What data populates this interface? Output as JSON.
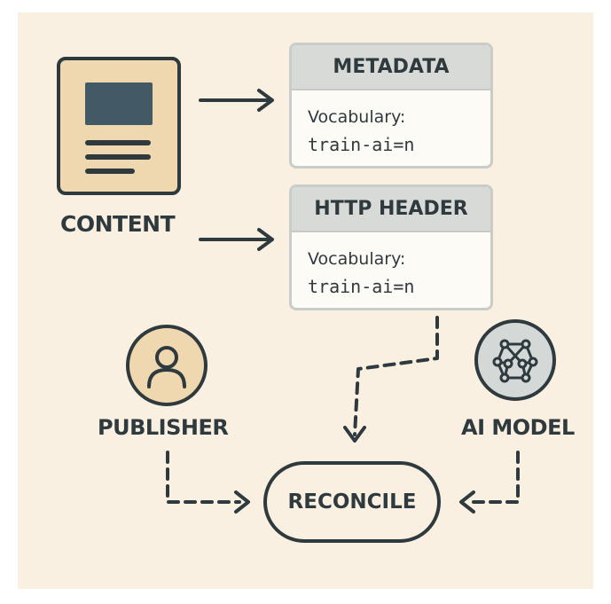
{
  "content": {
    "label": "CONTENT",
    "icon": "document-icon"
  },
  "cards": [
    {
      "title": "METADATA",
      "key": "Vocabulary:",
      "value": "train-ai=n"
    },
    {
      "title": "HTTP HEADER",
      "key": "Vocabulary:",
      "value": "train-ai=n"
    }
  ],
  "publisher": {
    "label": "PUBLISHER",
    "icon": "person-icon"
  },
  "ai_model": {
    "label": "AI MODEL",
    "icon": "network-icon"
  },
  "reconcile": {
    "label": "RECONCILE"
  },
  "colors": {
    "background": "#faf0e1",
    "ink": "#2f3a3e",
    "accent_tan": "#efd7b0",
    "card_header": "#d7dad6",
    "card_border": "#c9ccc8"
  }
}
